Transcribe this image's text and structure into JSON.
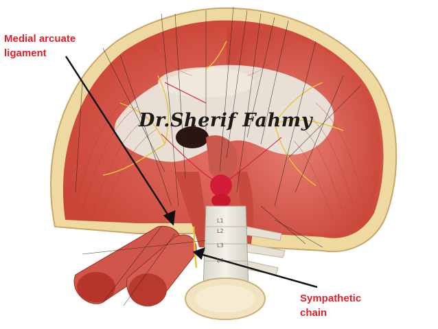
{
  "labels": {
    "medial_arcuate": "Medial arcuate\nligament",
    "sympathetic": "Sympathetic\nchain"
  },
  "watermark": "Dr.Sherif Fahmy",
  "vertebrae": [
    "L1",
    "L2",
    "L3",
    "L4"
  ],
  "colors": {
    "label": "#e0202a",
    "muscle": "#d9584a",
    "tendon": "#e8e4d6",
    "bone": "#f1e3c2",
    "nerve": "#e8c43a",
    "artery": "#d21d3a"
  }
}
